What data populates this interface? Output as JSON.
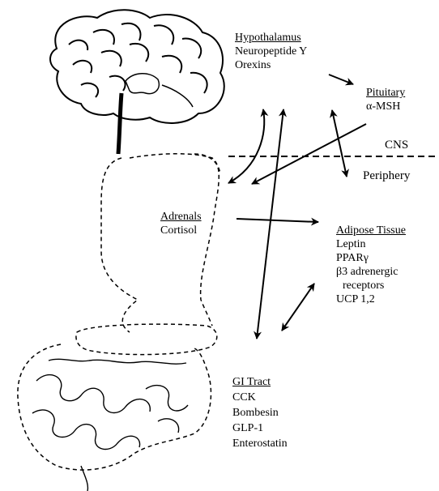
{
  "hypothalamus": {
    "title": "Hypothalamus",
    "items": [
      "Neuropeptide Y",
      "Orexins"
    ]
  },
  "pituitary": {
    "title": "Pituitary",
    "items": [
      "α-MSH"
    ]
  },
  "boundary": {
    "upper": "CNS",
    "lower": "Periphery"
  },
  "adrenals": {
    "title": "Adrenals",
    "items": [
      "Cortisol"
    ]
  },
  "adipose": {
    "title": "Adipose Tissue",
    "items": [
      "Leptin",
      "PPARγ",
      "β3 adrenergic",
      "receptors",
      "UCP 1,2"
    ]
  },
  "gi_tract": {
    "title": "GI Tract",
    "items": [
      "CCK",
      "Bombesin",
      "GLP-1",
      "Enterostatin"
    ]
  }
}
